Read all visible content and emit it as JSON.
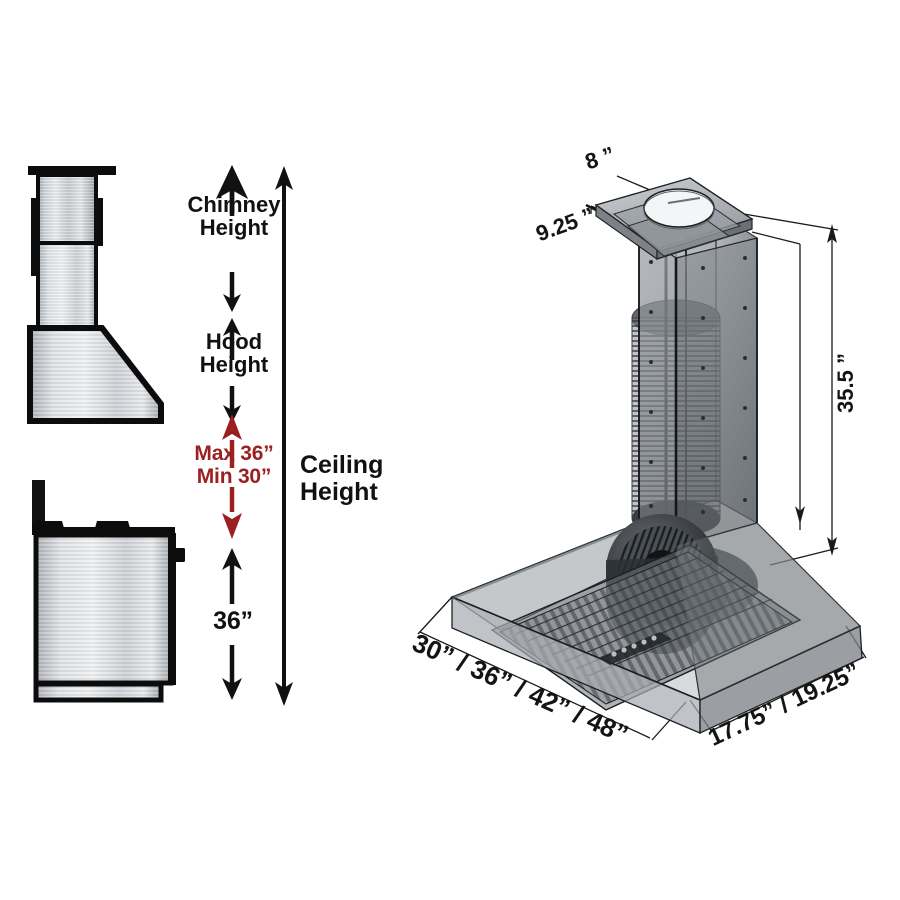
{
  "document": {
    "type": "product-dimension-diagram",
    "subject": "Range hood installation dimensions",
    "background_color": "#ffffff",
    "ink_color": "#111111",
    "accent_color": "#9B2020",
    "metal_light": "#e8eaec",
    "metal_mid": "#b9bec3",
    "metal_dark": "#8d9297"
  },
  "installation_scale": {
    "chimney_height_label": "Chimney\nHeight",
    "hood_height_label": "Hood\nHeight",
    "clearance_max_label": "Max 36”",
    "clearance_min_label": "Min 30”",
    "range_height_label": "36”",
    "ceiling_height_label": "Ceiling\nHeight"
  },
  "side_views": {
    "hood_profile_name": "hood-side-profile",
    "range_profile_name": "range-side-profile"
  },
  "iso_view": {
    "name": "hood-isometric-cutaway",
    "dimensions": {
      "duct_diameter": "8 ”",
      "chimney_width": "9.25 ”",
      "total_height": "35.5 ”",
      "hood_width_options": "30” / 36” / 42” / 48”",
      "hood_depth_options": "17.75” / 19.25”"
    }
  }
}
